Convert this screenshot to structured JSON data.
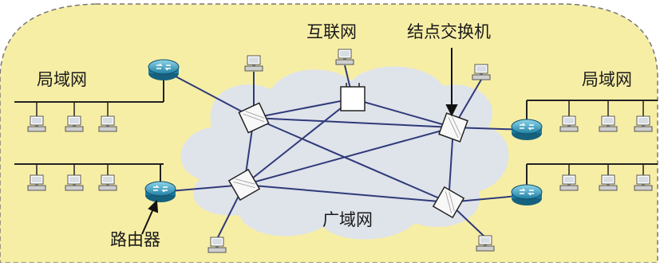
{
  "labels": {
    "internet": "互联网",
    "switch_node": "结点交换机",
    "lan_left": "局域网",
    "lan_right": "局域网",
    "router": "路由器",
    "wan": "广域网"
  },
  "colors": {
    "background_region": "#f7eea6",
    "cloud": "#dfe3ea",
    "link": "#2f3a7a",
    "router_fill": "#3ea8c8",
    "switch_fill": "#f7f7f7",
    "bus": "#222222"
  }
}
